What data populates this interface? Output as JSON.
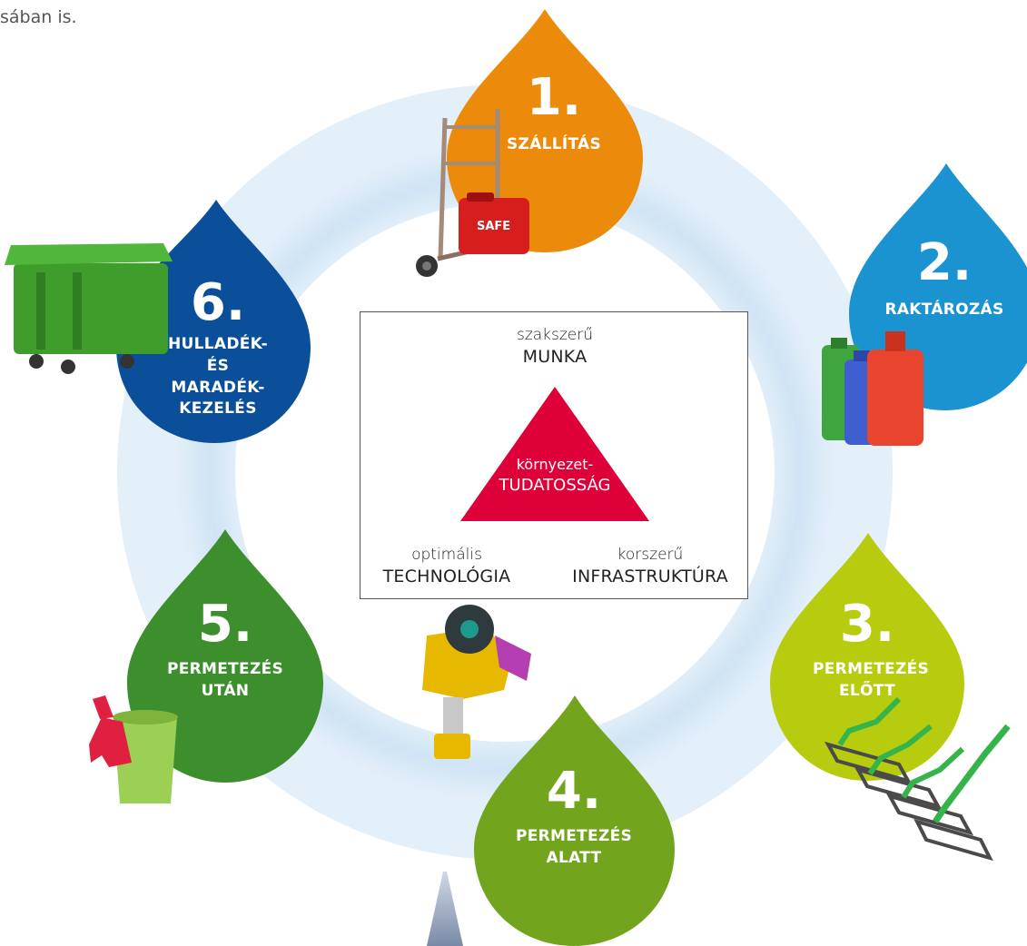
{
  "intro_fragment": "sában is.",
  "center": {
    "top": {
      "lower": "szakszerű",
      "upper": "MUNKA"
    },
    "triangle": {
      "lower": "környezet-",
      "upper": "TUDATOSSÁG"
    },
    "left": {
      "lower": "optimális",
      "upper": "TECHNOLÓGIA"
    },
    "right": {
      "lower": "korszerű",
      "upper": "INFRASTRUKTÚRA"
    }
  },
  "steps": [
    {
      "num": "1.",
      "title": "SZÁLLÍTÁS",
      "color": "#ec8a0b",
      "icon": "hand-truck-safe-canister-icon"
    },
    {
      "num": "2.",
      "title": "RAKTÁROZÁS",
      "color": "#1c93d1",
      "icon": "storage-canisters-icon"
    },
    {
      "num": "3.",
      "title": "PERMETEZÉS ELŐTT",
      "color": "#b8cc0f",
      "icon": "checklist-icon"
    },
    {
      "num": "4.",
      "title": "PERMETEZÉS ALATT",
      "color": "#72a51d",
      "icon": "spray-nozzle-icon"
    },
    {
      "num": "5.",
      "title": "PERMETEZÉS UTÁN",
      "color": "#3d8f2d",
      "icon": "bucket-gloves-icon"
    },
    {
      "num": "6.",
      "title": "HULLADÉK- ÉS MARADÉK- KEZELÉS",
      "color": "#0b4f9b",
      "icon": "waste-container-icon"
    }
  ],
  "safe_label": "SAFE",
  "colors": {
    "ring": "#d5e8f6",
    "triangle": "#de0039"
  }
}
